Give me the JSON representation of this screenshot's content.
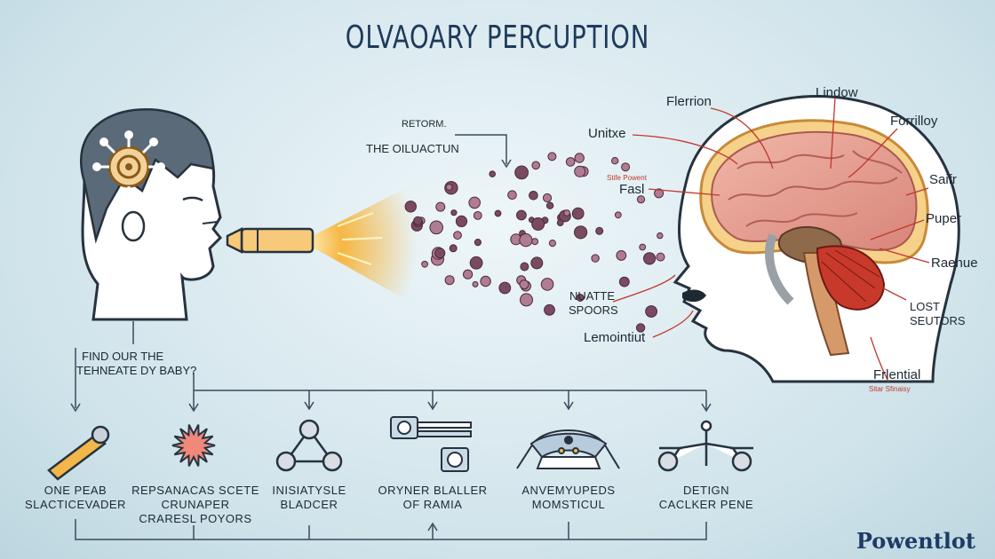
{
  "title": "OLVAOARY PERCUPTION",
  "left_note": [
    "RETORM.",
    "THE OILUACTUN"
  ],
  "question": [
    "FIND OUR THE",
    "TEHNEATE DY BABY?"
  ],
  "brain_labels": [
    {
      "id": "flerrion",
      "text": "Flerrion"
    },
    {
      "id": "lindow",
      "text": "Lindow"
    },
    {
      "id": "unitxe",
      "text": "Unitxe"
    },
    {
      "id": "forrilloy",
      "text": "Forrilloy"
    },
    {
      "id": "fasl_small",
      "text": "Stife Powent"
    },
    {
      "id": "fasl",
      "text": "Fasl"
    },
    {
      "id": "saifr",
      "text": "Saifr"
    },
    {
      "id": "puper",
      "text": "Puper"
    },
    {
      "id": "raenue",
      "text": "Raenue"
    },
    {
      "id": "nuatte",
      "text": "NUATTE"
    },
    {
      "id": "spoors",
      "text": "SPOORS"
    },
    {
      "id": "lost",
      "text": "LOST"
    },
    {
      "id": "seutors",
      "text": "SEUTORS"
    },
    {
      "id": "lemointiut",
      "text": "Lemointiut"
    },
    {
      "id": "frlential",
      "text": "Frlential"
    },
    {
      "id": "frlential_small",
      "text": "Sitar Sfinaisy"
    }
  ],
  "bottom_items": [
    {
      "icon": "wand-icon",
      "lines": [
        "ONE PEAB",
        "SLACTICEVADER"
      ]
    },
    {
      "icon": "starburst-icon",
      "lines": [
        "REPSANACAS SCETE",
        "CRUNAPER",
        "CRARESL POYORS"
      ]
    },
    {
      "icon": "triangle-molecule-icon",
      "lines": [
        "INISIATYSLE",
        "BLADCER"
      ]
    },
    {
      "icon": "sensor-panel-icon",
      "lines": [
        "ORYNER BLALLER",
        "OF RAMIA"
      ]
    },
    {
      "icon": "sensor-arch-icon",
      "lines": [
        "ANVEMYUPEDS",
        "MOMSTICUL"
      ]
    },
    {
      "icon": "clamp-icon",
      "lines": [
        "DETIGN",
        "CACLKER PENE"
      ]
    }
  ],
  "brand": "Powentlot",
  "colors": {
    "line": "#3a4a5c",
    "accent_red": "#c0392b",
    "particle": "#7a4a63",
    "beam": "#f5b63a"
  }
}
